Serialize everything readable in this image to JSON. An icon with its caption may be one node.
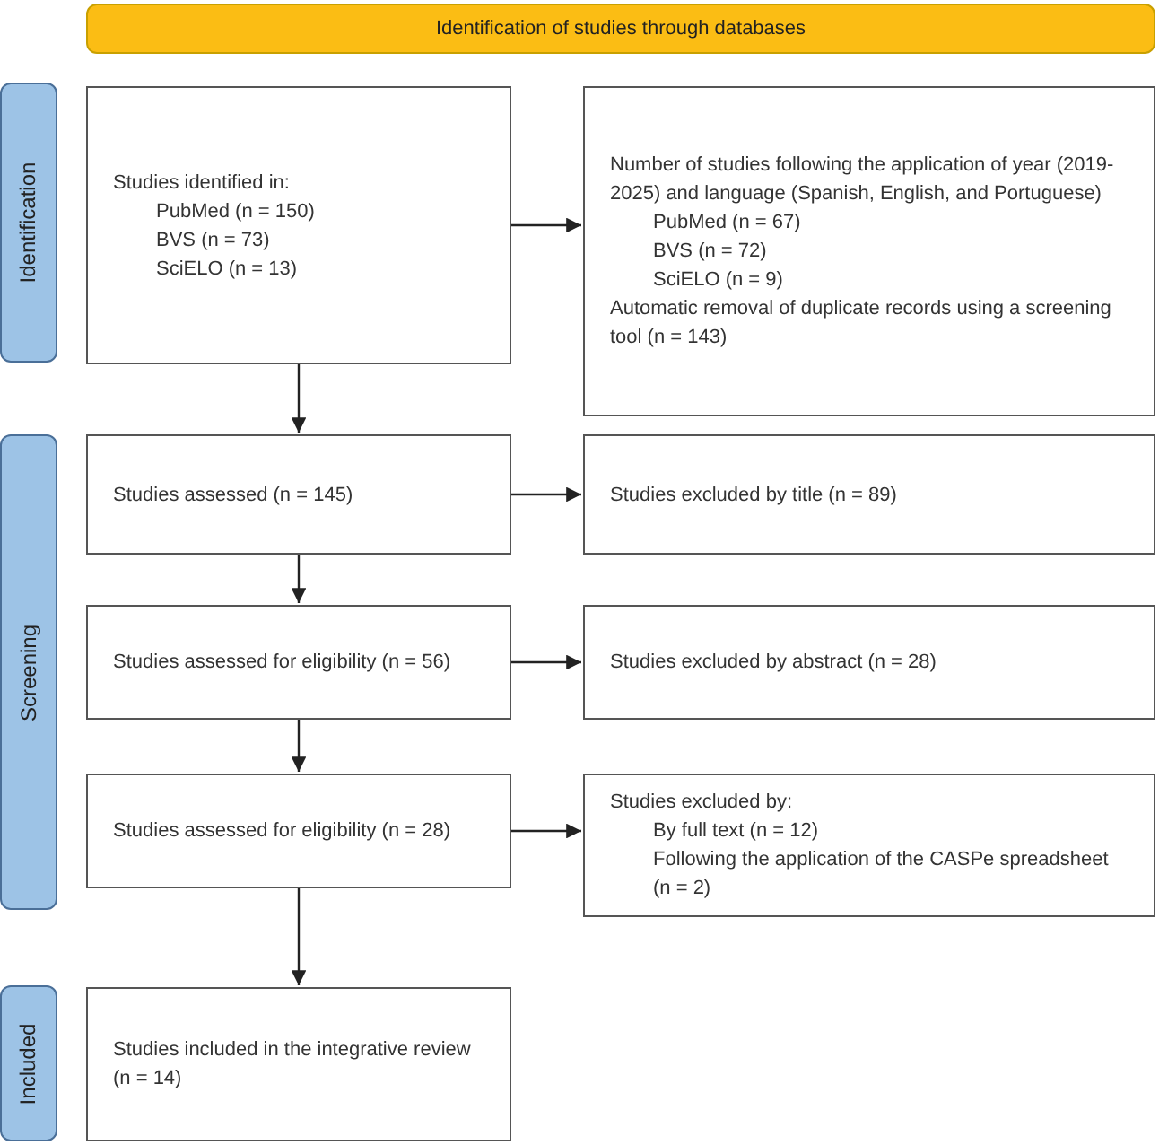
{
  "diagram": {
    "nodes": [
      {
        "text": [
          "Identification of studies through databases"
        ]
      },
      {
        "text": [
          "Identification"
        ]
      },
      {
        "text": [
          "Screening"
        ]
      },
      {
        "text": [
          "Included"
        ]
      },
      {
        "text": [
          "Studies identified in:",
          "PubMed (n = 150)",
          "BVS (n = 73)",
          "SciELO (n = 13)"
        ]
      },
      {
        "text": [
          "Number of studies following the application of year (2019-2025) and language (Spanish, English, and Portuguese)",
          "PubMed (n = 67)",
          "BVS (n = 72)",
          "SciELO (n = 9)",
          "Automatic removal of duplicate records using a screening tool (n = 143)"
        ]
      },
      {
        "text": [
          "Studies assessed (n = 145)"
        ]
      },
      {
        "text": [
          "Studies excluded by title (n = 89)"
        ]
      },
      {
        "text": [
          "Studies assessed for eligibility (n = 56)"
        ]
      },
      {
        "text": [
          "Studies excluded by abstract (n = 28)"
        ]
      },
      {
        "text": [
          "Studies assessed for eligibility (n = 28)"
        ]
      },
      {
        "text": [
          "Studies excluded by:",
          "By full text (n = 12)",
          "Following the application of the CASPe spreadsheet (n = 2)"
        ]
      },
      {
        "text": [
          "Studies included in the integrative review (n = 14)"
        ]
      }
    ],
    "edges": [
      {
        "from": 4,
        "to": 5,
        "arrow": "to"
      },
      {
        "from": 4,
        "to": 6,
        "arrow": "to"
      },
      {
        "from": 6,
        "to": 7,
        "arrow": "to"
      },
      {
        "from": 6,
        "to": 8,
        "arrow": "to"
      },
      {
        "from": 8,
        "to": 9,
        "arrow": "to"
      },
      {
        "from": 8,
        "to": 10,
        "arrow": "to"
      },
      {
        "from": 10,
        "to": 11,
        "arrow": "to"
      },
      {
        "from": 10,
        "to": 12,
        "arrow": "to"
      }
    ]
  }
}
